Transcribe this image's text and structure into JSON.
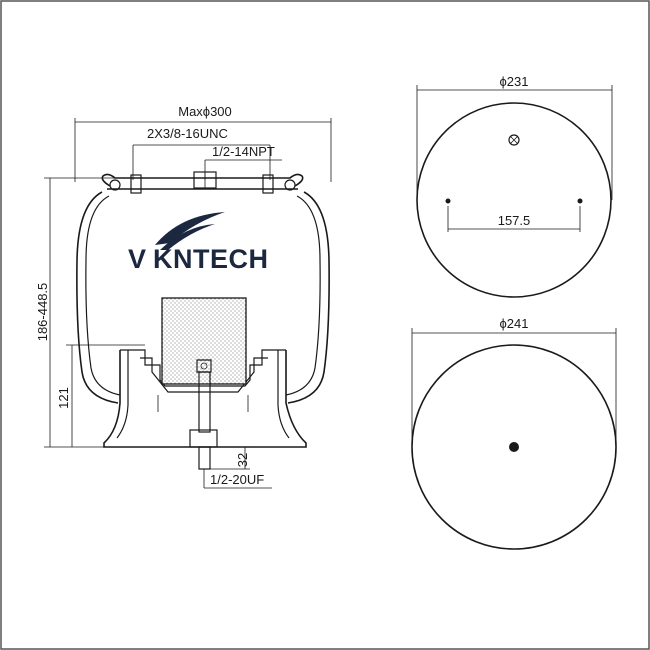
{
  "brand": {
    "prefix": "V",
    "name": "KNTECH"
  },
  "side_view": {
    "max_diameter_label": "Maxϕ300",
    "top_thread_label": "2X3/8-16UNC",
    "air_inlet_label": "1/2-14NPT",
    "height_range_label": "186-448.5",
    "piston_height_label": "121",
    "stud_length_label": "32",
    "bottom_stud_label": "1/2-20UF"
  },
  "top_plate_view": {
    "diameter_label": "ϕ231",
    "bolt_spacing_label": "157.5"
  },
  "bottom_plate_view": {
    "diameter_label": "ϕ241"
  },
  "colors": {
    "line": "#1a1a1a",
    "brand_text": "#1c2740",
    "border": "#555555"
  }
}
